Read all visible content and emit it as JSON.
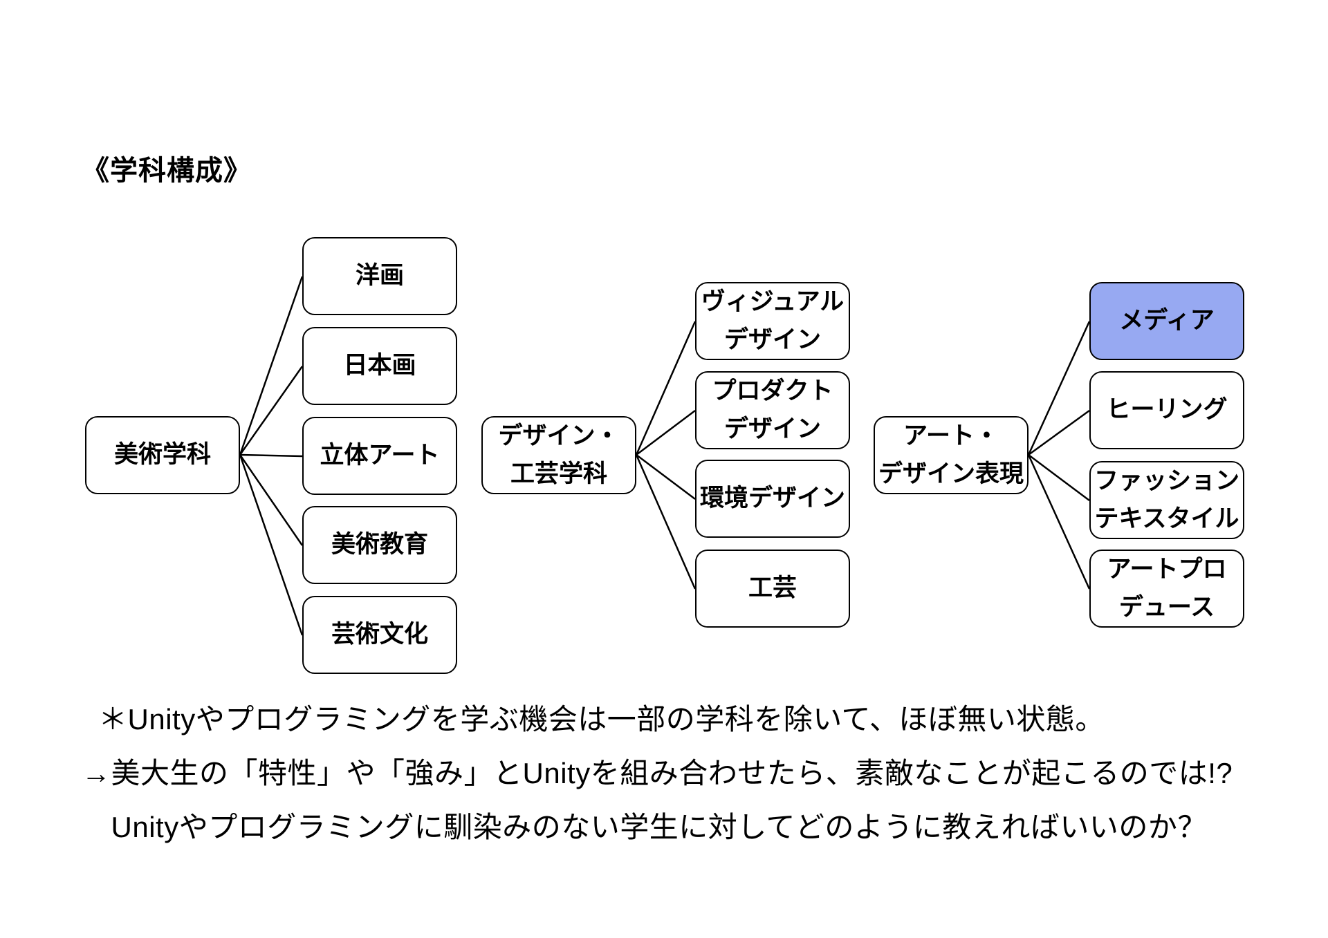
{
  "page": {
    "title": "《学科構成》"
  },
  "diagram": {
    "highlight_fill": "#97A9F2",
    "box_border_color": "#000000",
    "trees": [
      {
        "parent": {
          "lines": [
            "美術学科"
          ]
        },
        "children": [
          {
            "lines": [
              "洋画"
            ]
          },
          {
            "lines": [
              "日本画"
            ]
          },
          {
            "lines": [
              "立体アート"
            ]
          },
          {
            "lines": [
              "美術教育"
            ]
          },
          {
            "lines": [
              "芸術文化"
            ]
          }
        ]
      },
      {
        "parent": {
          "lines": [
            "デザイン・",
            "工芸学科"
          ]
        },
        "children": [
          {
            "lines": [
              "ヴィジュアル",
              "デザイン"
            ]
          },
          {
            "lines": [
              "プロダクト",
              "デザイン"
            ]
          },
          {
            "lines": [
              "環境デザイン"
            ]
          },
          {
            "lines": [
              "工芸"
            ]
          }
        ]
      },
      {
        "parent": {
          "lines": [
            "アート・",
            "デザイン表現"
          ]
        },
        "children": [
          {
            "lines": [
              "メディア"
            ],
            "highlighted": true
          },
          {
            "lines": [
              "ヒーリング"
            ]
          },
          {
            "lines": [
              "ファッション",
              "テキスタイル"
            ]
          },
          {
            "lines": [
              "アートプロ",
              "デュース"
            ]
          }
        ]
      }
    ]
  },
  "notes": {
    "lines": [
      "＊Unityやプログラミングを学ぶ機会は一部の学科を除いて、ほぼ無い状態。",
      "→美大生の「特性」や「強み」とUnityを組み合わせたら、素敵なことが起こるのでは!?",
      "　Unityやプログラミングに馴染みのない学生に対してどのように教えればいいのか？"
    ]
  }
}
